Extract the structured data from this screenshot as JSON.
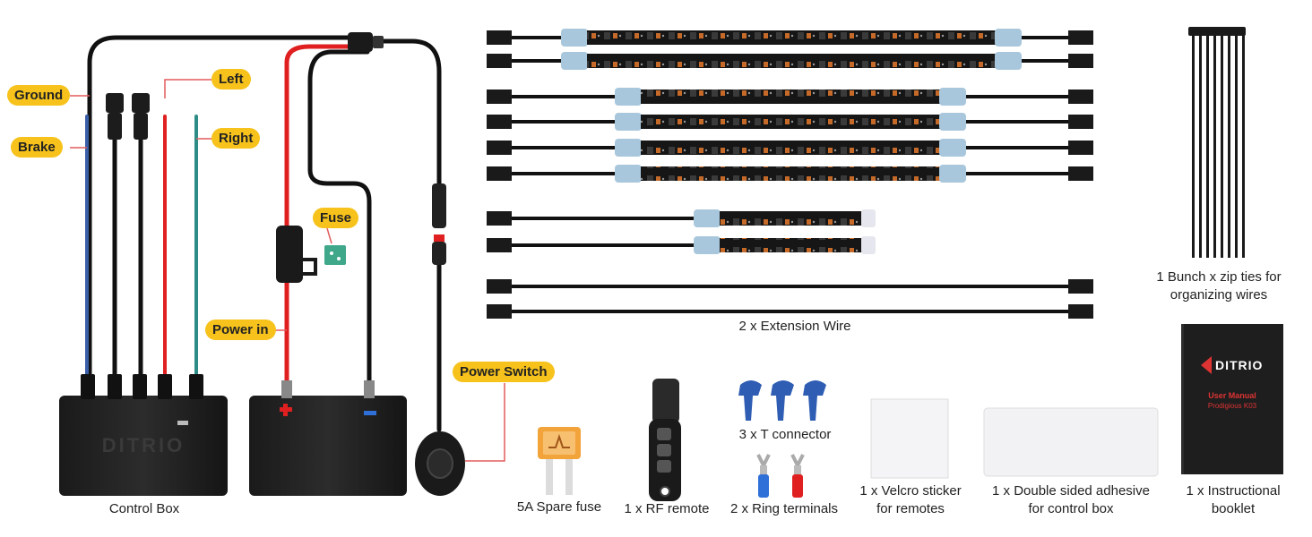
{
  "labels": {
    "ground": "Ground",
    "brake": "Brake",
    "left": "Left",
    "right": "Right",
    "fuse": "Fuse",
    "power_in": "Power in",
    "power_switch": "Power Switch"
  },
  "captions": {
    "control_box": "Control Box",
    "spare_fuse": "5A Spare fuse",
    "rf_remote": "1 x RF remote",
    "t_connector": "3 x T connector",
    "ring_terminals": "2 x Ring terminals",
    "velcro_line1": "1 x Velcro sticker",
    "velcro_line2": "for remotes",
    "adhesive_line1": "1 x Double sided adhesive",
    "adhesive_line2": "for control box",
    "booklet_line1": "1 x Instructional",
    "booklet_line2": "booklet",
    "extension_wire": "2 x Extension Wire",
    "zip_line1": "1 Bunch x zip ties for",
    "zip_line2": "organizing wires"
  },
  "booklet": {
    "brand": "DITRIO",
    "title": "User Manual",
    "model": "Prodigious K03"
  },
  "colors": {
    "tag_yellow": "#f6c21b",
    "wire_red": "#e02020",
    "wire_blue": "#3a5fa8",
    "wire_teal": "#2e8c86",
    "leader_red": "#e35b5b"
  }
}
